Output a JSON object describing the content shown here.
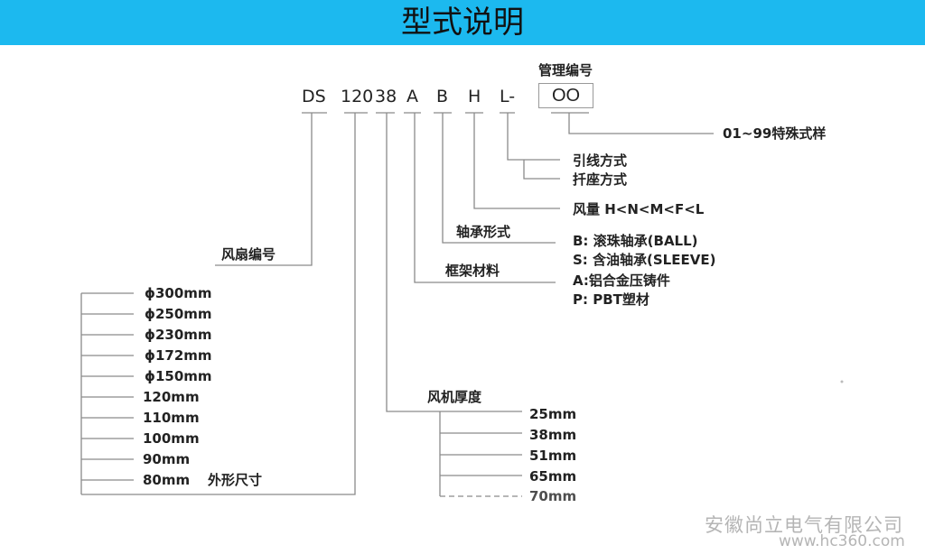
{
  "header": {
    "title": "型式说明",
    "background": "#1cb9ef"
  },
  "model_code": {
    "parts": [
      "DS",
      "120",
      "38",
      "A",
      "B",
      "H",
      "L-"
    ],
    "management_label": "管理编号",
    "management_value": "OO"
  },
  "labels": {
    "special": "01~99特殊式样",
    "lead_mode": "引线方式",
    "socket_mode": "扦座方式",
    "airflow": "风量  H<N<M<F<L",
    "bearing_type": "轴承形式",
    "bearing_options": [
      "B:  滚珠轴承(BALL)",
      "S:  含油轴承(SLEEVE)"
    ],
    "frame_material": "框架材料",
    "frame_options": [
      "A:铝合金压铸件",
      "P:  PBT塑材"
    ],
    "fan_number": "风扇编号",
    "size_label": "外形尺寸",
    "sizes": [
      "ϕ300mm",
      "ϕ250mm",
      "ϕ230mm",
      "ϕ172mm",
      "ϕ150mm",
      "120mm",
      "110mm",
      "100mm",
      "90mm",
      "80mm"
    ],
    "thickness_label": "风机厚度",
    "thicknesses": [
      "25mm",
      "38mm",
      "51mm",
      "65mm",
      "70mm"
    ]
  },
  "watermark": {
    "company": "安徽尚立电气有限公司",
    "site": "www.hc360.com"
  }
}
